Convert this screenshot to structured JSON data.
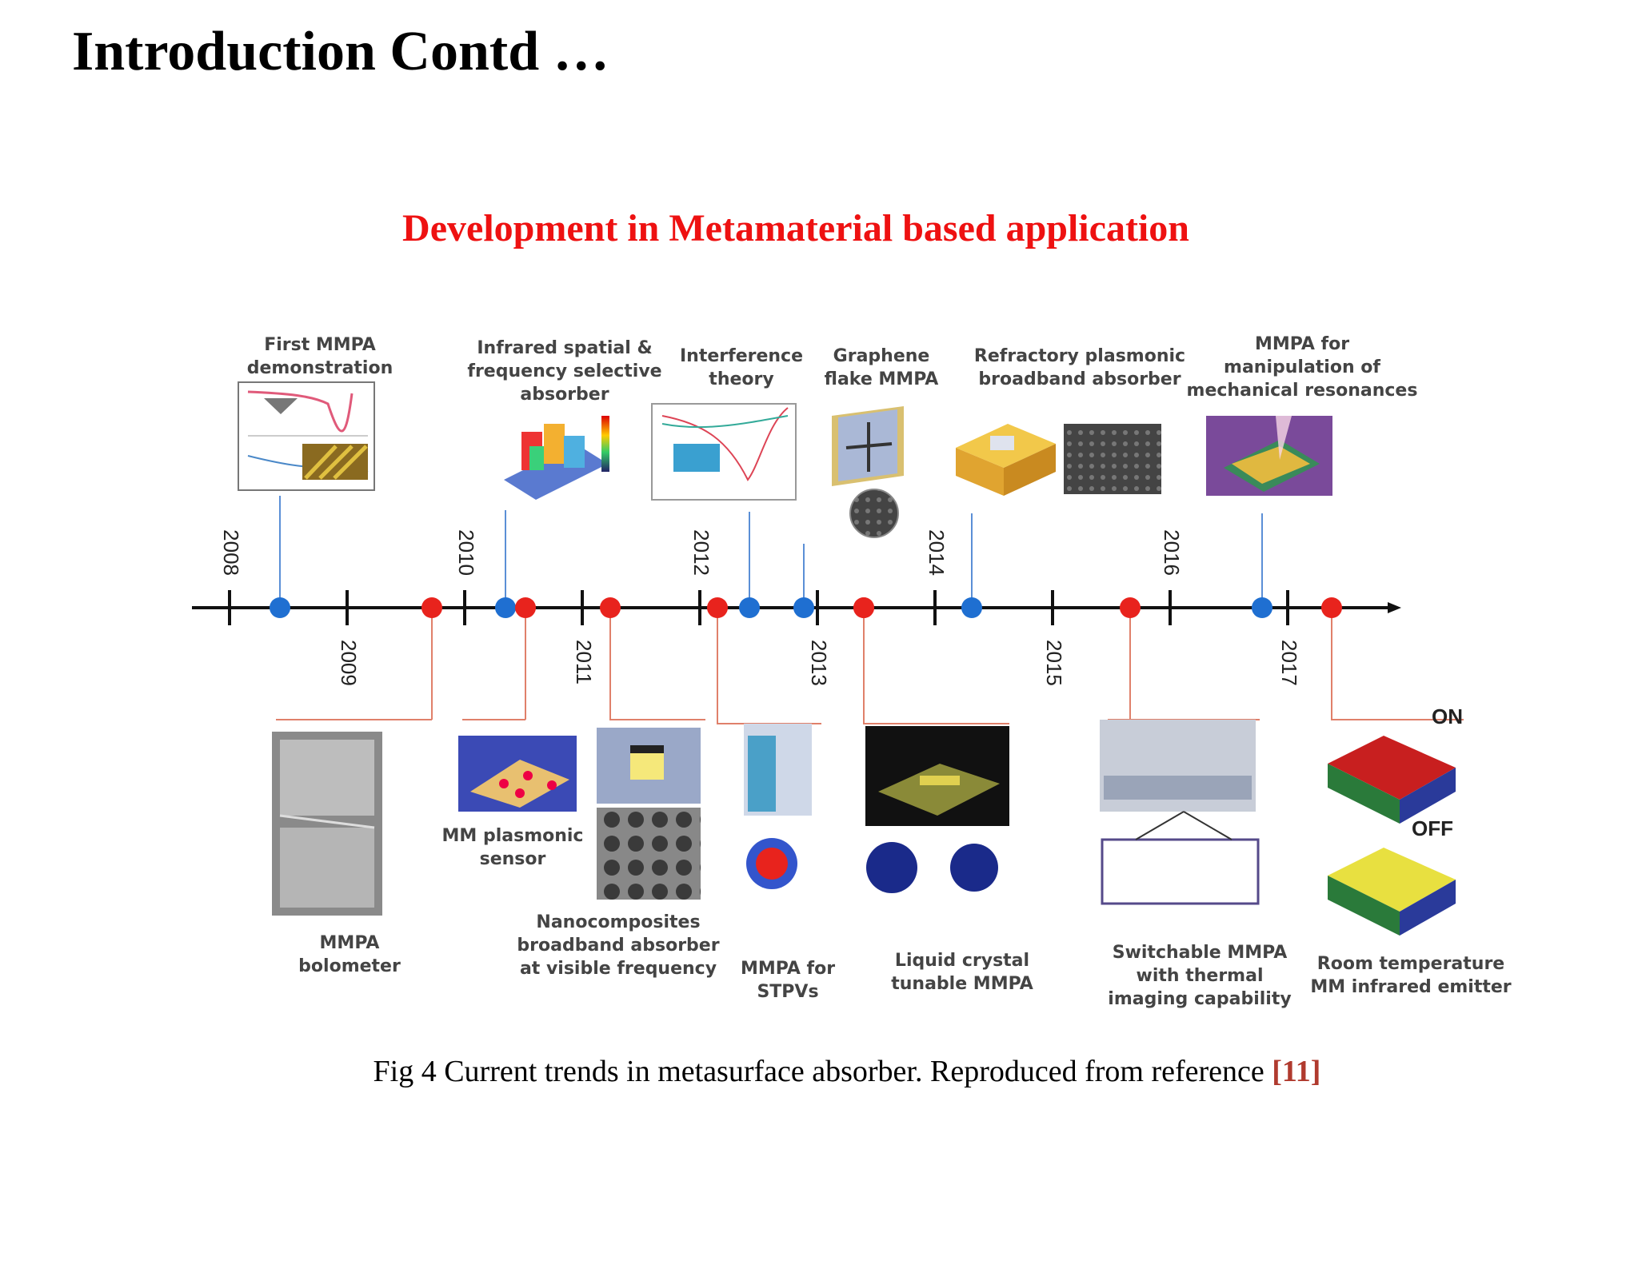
{
  "page": {
    "title": "Introduction Contd …",
    "subtitle": "Development in Metamaterial based application",
    "caption_text": "Fig 4 Current trends in metasurface absorber. Reproduced from reference ",
    "caption_ref": "[11]"
  },
  "timeline": {
    "years": [
      "2008",
      "2009",
      "2010",
      "2011",
      "2012",
      "2013",
      "2014",
      "2015",
      "2016",
      "2017"
    ],
    "colors": {
      "axis": "#111111",
      "blue_marker": "#1f6fd1",
      "red_marker": "#e8231d",
      "blue_line": "#5b8fd6",
      "red_line": "#e0806a"
    },
    "top_items": [
      {
        "lines": [
          "First MMPA",
          "demonstration"
        ]
      },
      {
        "lines": [
          "Infrared spatial &",
          "frequency selective",
          "absorber"
        ]
      },
      {
        "lines": [
          "Interference",
          "theory"
        ]
      },
      {
        "lines": [
          "Graphene",
          "flake MMPA"
        ]
      },
      {
        "lines": [
          "Refractory plasmonic",
          "broadband absorber"
        ]
      },
      {
        "lines": [
          "MMPA for",
          "manipulation of",
          "mechanical resonances"
        ]
      }
    ],
    "bottom_items": [
      {
        "lines": [
          "MMPA",
          "bolometer"
        ]
      },
      {
        "lines": [
          "MM plasmonic",
          "sensor"
        ]
      },
      {
        "lines": [
          "Nanocomposites",
          "broadband absorber",
          "at visible frequency"
        ]
      },
      {
        "lines": [
          "MMPA for",
          "STPVs"
        ]
      },
      {
        "lines": [
          "Liquid crystal",
          "tunable MMPA"
        ]
      },
      {
        "lines": [
          "Switchable MMPA",
          "with thermal",
          "imaging capability"
        ]
      },
      {
        "lines": [
          "Room temperature",
          "MM infrared emitter"
        ]
      }
    ],
    "emitter_states": [
      "ON",
      "OFF"
    ]
  }
}
